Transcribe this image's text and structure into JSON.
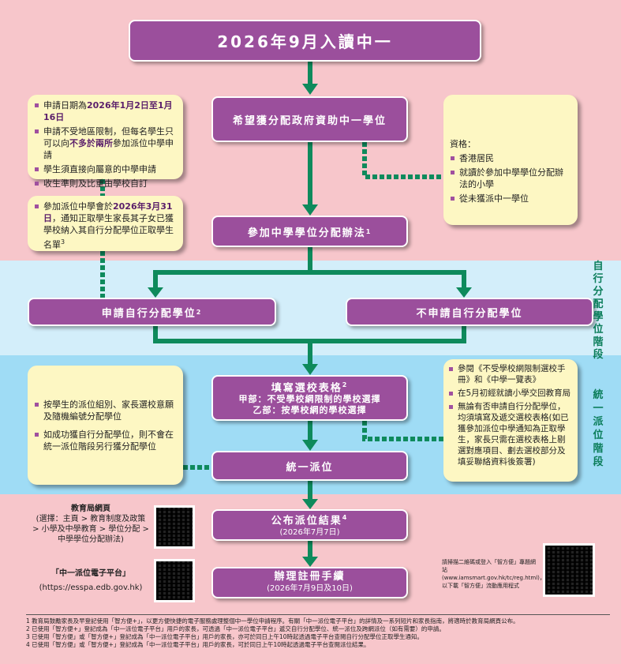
{
  "title": "2026年9月入讀中一",
  "boxes": {
    "hope": "希望獲分配政府資助中一學位",
    "join": "參加中學學位分配辦法",
    "join_sup": "1",
    "apply_dp": "申請自行分配學位",
    "apply_dp_sup": "2",
    "no_dp": "不申請自行分配學位",
    "form_title": "填寫選校表格",
    "form_sup": "2",
    "form_a": "甲部：不受學校網限制的學校選擇",
    "form_b": "乙部：按學校網的學校選擇",
    "cpa": "統一派位",
    "result": "公布派位結果",
    "result_sup": "4",
    "result_date": "(2026年7月7日)",
    "register": "辦理註冊手續",
    "register_date": "(2026年7月9日及10日)"
  },
  "notes": {
    "left1": {
      "a1": "申請日期為",
      "a2": "2026年1月2日至1月16日",
      "b1": "申請不受地區限制，但每名學生只可以向",
      "b2": "不多於兩所",
      "b3": "參加派位中學申請",
      "c": "學生須直接向屬意的中學申請",
      "d": "收生準則及比重由學校自訂"
    },
    "left2": {
      "a1": "參加派位中學會於",
      "a2": "2026年3月31日",
      "a3": "，通知正取學生家長其子女已獲學校納入其自行分配學位正取學生名單",
      "sup": "3"
    },
    "eligibility": {
      "heading": "資格：",
      "items": [
        "香港居民",
        "就讀於參加中學學位分配辦法的小學",
        "從未獲派中一學位"
      ]
    },
    "left3": [
      "按學生的派位組別、家長選校意願及隨機編號分配學位",
      "如成功獲自行分配學位，則不會在統一派位階段另行獲分配學位"
    ],
    "right2": [
      "參閱《不受學校網限制選校手冊》和《中學一覽表》",
      "在5月初經就讀小學交回教育局",
      "無論有否申請自行分配學位，均須填寫及遞交選校表格(如已獲參加派位中學通知為正取學生，家長只需在選校表格上剔選對應項目、劃去選校部分及填妥聯絡資料後簽署)"
    ]
  },
  "stages": {
    "dp": "自行分配學位階段",
    "cpa": "統一派位階段"
  },
  "links": {
    "edb_title": "教育局網頁",
    "edb_path": "(選擇：主頁 > 教育制度及政策 > 小學及中學教育 > 學位分配 > 中學學位分配辦法)",
    "espa_title": "「中一派位電子平台」",
    "espa_url": "(https://esspa.edb.gov.hk)",
    "iam": "請掃描二維碼或登入「智方便」專題網站(www.iamsmart.gov.hk/tc/reg.html)，以下載「智方便」流動應用程式"
  },
  "footnotes": [
    "1 教育局鼓勵家長及早登記使用「智方便+」，以更方便快捷的電子服務處理整個中一學位申請程序。有關「中一派位電子平台」的詳情及一系列短片和家長指南，將適時於教育局網頁公布。",
    "2 已使用「智方便+」登記成為「中一派位電子平台」用戶的家長，可透過「中一派位電子平台」遞交自行分配學位、統一派位及跨網派位（如有需要）的申請。",
    "3 已使用「智方便」或「智方便+」登記成為「中一派位電子平台」用戶的家長，亦可於同日上午10時起透過電子平台查閱自行分配學位正取學生通知。",
    "4 已使用「智方便」或「智方便+」登記成為「中一派位電子平台」用戶的家長，可於同日上午10時起透過電子平台查閱派位結果。"
  ],
  "colors": {
    "purple": "#9b4f9c",
    "green": "#0e8a5c",
    "pink": "#f7c6cb",
    "lightblue": "#d3eefa",
    "blue": "#9fdcf5",
    "yellow": "#fdf7c3"
  }
}
